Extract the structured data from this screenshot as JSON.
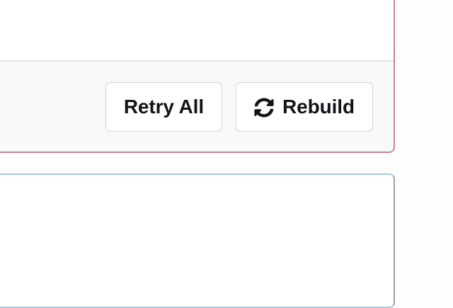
{
  "page": {
    "background_color": "#fdfefb"
  },
  "danger_card": {
    "name": "error-panel",
    "border_color": "#c78399",
    "body_background": "#ffffff",
    "footer": {
      "background": "#f8f9fa",
      "divider_color": "#dee2e6",
      "buttons": [
        {
          "id": "retry-all",
          "label": "Retry All",
          "icon": null,
          "border_color": "#ced4da",
          "background": "#ffffff",
          "text_color": "#111418"
        },
        {
          "id": "rebuild",
          "label": "Rebuild",
          "icon": "sync-refresh-icon",
          "border_color": "#ced4da",
          "background": "#ffffff",
          "text_color": "#111418"
        }
      ]
    }
  },
  "info_card": {
    "name": "info-panel",
    "border_color": "#a7c9e6",
    "right_border_color": "#9d9fb8",
    "body_background": "#ffffff"
  }
}
